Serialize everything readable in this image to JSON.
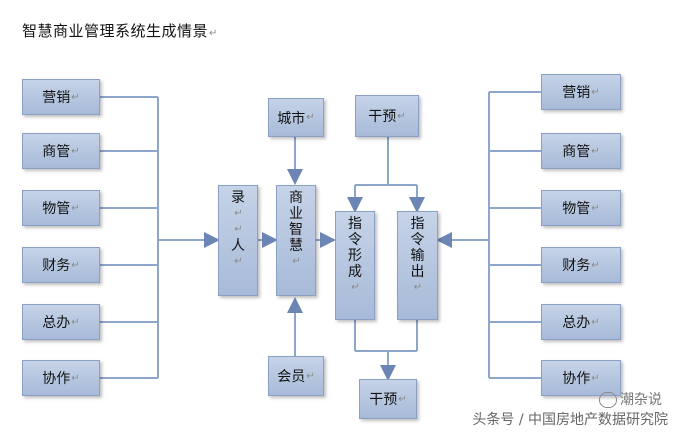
{
  "title": "智慧商业管理系统生成情景",
  "left_boxes": [
    "营销",
    "商管",
    "物管",
    "财务",
    "总办",
    "协作"
  ],
  "right_boxes": [
    "营销",
    "商管",
    "物管",
    "财务",
    "总办",
    "协作"
  ],
  "center": {
    "input_chars": [
      "录",
      "人"
    ],
    "smart_chars": [
      "商",
      "业",
      "智",
      "慧"
    ],
    "city": "城市",
    "member": "会员",
    "intervene_top": "干预",
    "intervene_bottom": "干预",
    "cmd_form_chars": [
      "指",
      "令",
      "形",
      "成"
    ],
    "cmd_out_chars": [
      "指",
      "令",
      "输",
      "出"
    ]
  },
  "watermark": {
    "logo_text": "潮杂说",
    "source": "头条号 / 中国房地产数据研究院"
  }
}
